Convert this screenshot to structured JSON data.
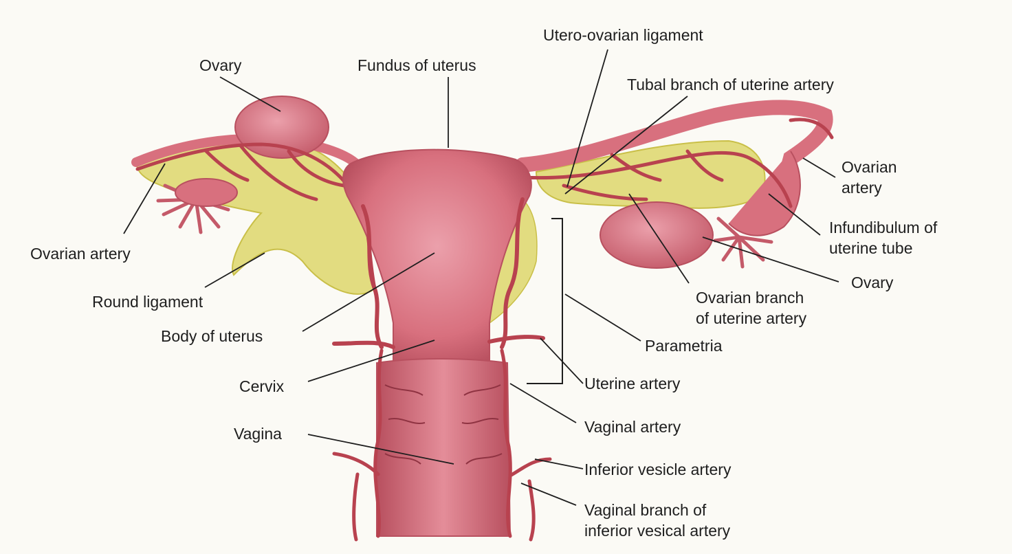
{
  "colors": {
    "background": "#fbfaf5",
    "tissue": "#d8707e",
    "tissue_shadow": "#b8505f",
    "tissue_light": "#eba0ab",
    "ligament": "#e2dc80",
    "ligament_dark": "#c9bf48",
    "artery": "#b8424f",
    "leader_line": "#1e1e1e"
  },
  "labels": {
    "ovary_left": "Ovary",
    "fundus": "Fundus of uterus",
    "utero_ovarian": "Utero-ovarian ligament",
    "tubal_branch": "Tubal branch of uterine artery",
    "ovarian_artery_right": [
      "Ovarian",
      "artery"
    ],
    "infundibulum": [
      "Infundibulum of",
      "uterine tube"
    ],
    "ovary_right": "Ovary",
    "ovarian_branch": [
      "Ovarian branch",
      "of uterine artery"
    ],
    "parametria": "Parametria",
    "uterine_artery": "Uterine artery",
    "vaginal_artery": "Vaginal artery",
    "inferior_vesicle": "Inferior vesicle artery",
    "vaginal_branch": [
      "Vaginal branch of",
      "inferior vesical artery"
    ],
    "ovarian_artery_left": "Ovarian artery",
    "round_ligament": "Round ligament",
    "body_of_uterus": "Body of uterus",
    "cervix": "Cervix",
    "vagina": "Vagina"
  }
}
